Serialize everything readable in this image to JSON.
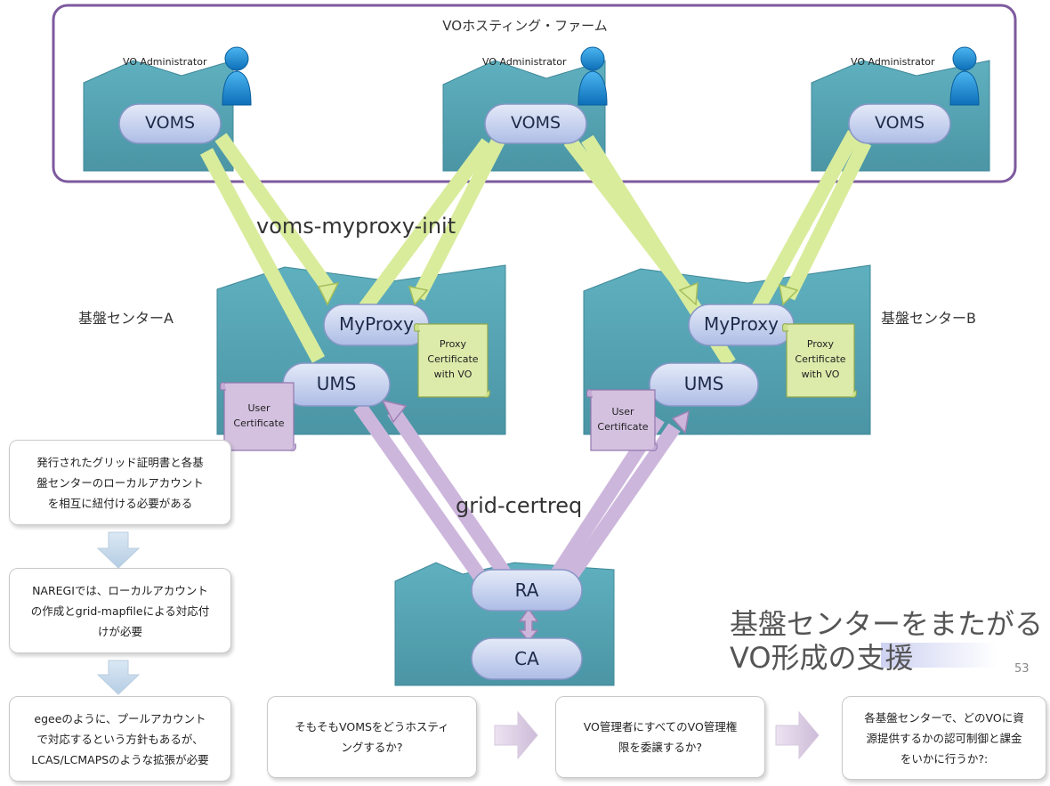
{
  "farm": {
    "title": "VOホスティング・ファーム"
  },
  "vo_admin_label": "VO Administrator",
  "voms_label": "VOMS",
  "commands": {
    "voms_myproxy_init": "voms-myproxy-init",
    "grid_certreq": "grid-certreq"
  },
  "centers": {
    "a_label": "基盤センターA",
    "b_label": "基盤センターB"
  },
  "nodes": {
    "myproxy": "MyProxy",
    "ums": "UMS",
    "ra": "RA",
    "ca": "CA"
  },
  "certs": {
    "user": [
      "User",
      "Certificate"
    ],
    "proxy": [
      "Proxy",
      "Certificate",
      "with VO"
    ]
  },
  "left_notes": [
    [
      "発行されたグリッド証明書と各基",
      "盤センターのローカルアカウント",
      "を相互に紐付ける必要がある"
    ],
    [
      "NAREGIでは、ローカルアカウント",
      "の作成とgrid-mapfileによる対応付",
      "けが必要"
    ],
    [
      "egeeのように、プールアカウント",
      "で対応するという方針もあるが、",
      "LCAS/LCMAPSのような拡張が必要"
    ]
  ],
  "bottom_notes": [
    [
      "そもそもVOMSをどうホスティ",
      "ングするか?"
    ],
    [
      "VO管理者にすべてのVO管理権",
      "限を委譲するか?"
    ],
    [
      "各基盤センターで、どのVOに資",
      "源提供するかの認可制御と課金",
      "をいかに行うか?:"
    ]
  ],
  "headline": {
    "line1": "基盤センターをまたがる",
    "line2": "VO形成の支援"
  },
  "page_number": "53",
  "colors": {
    "farm_border": "#7d5a9e",
    "house_fill": "#5aa6b4",
    "pill_fill": "#c6d1ee",
    "green_arrow": "#d9ec9c",
    "purple_arrow": "#cdb6dc",
    "proxy_cert": "#dcebaa",
    "user_cert": "#d4c1e0",
    "person": "#1f8fd6"
  }
}
